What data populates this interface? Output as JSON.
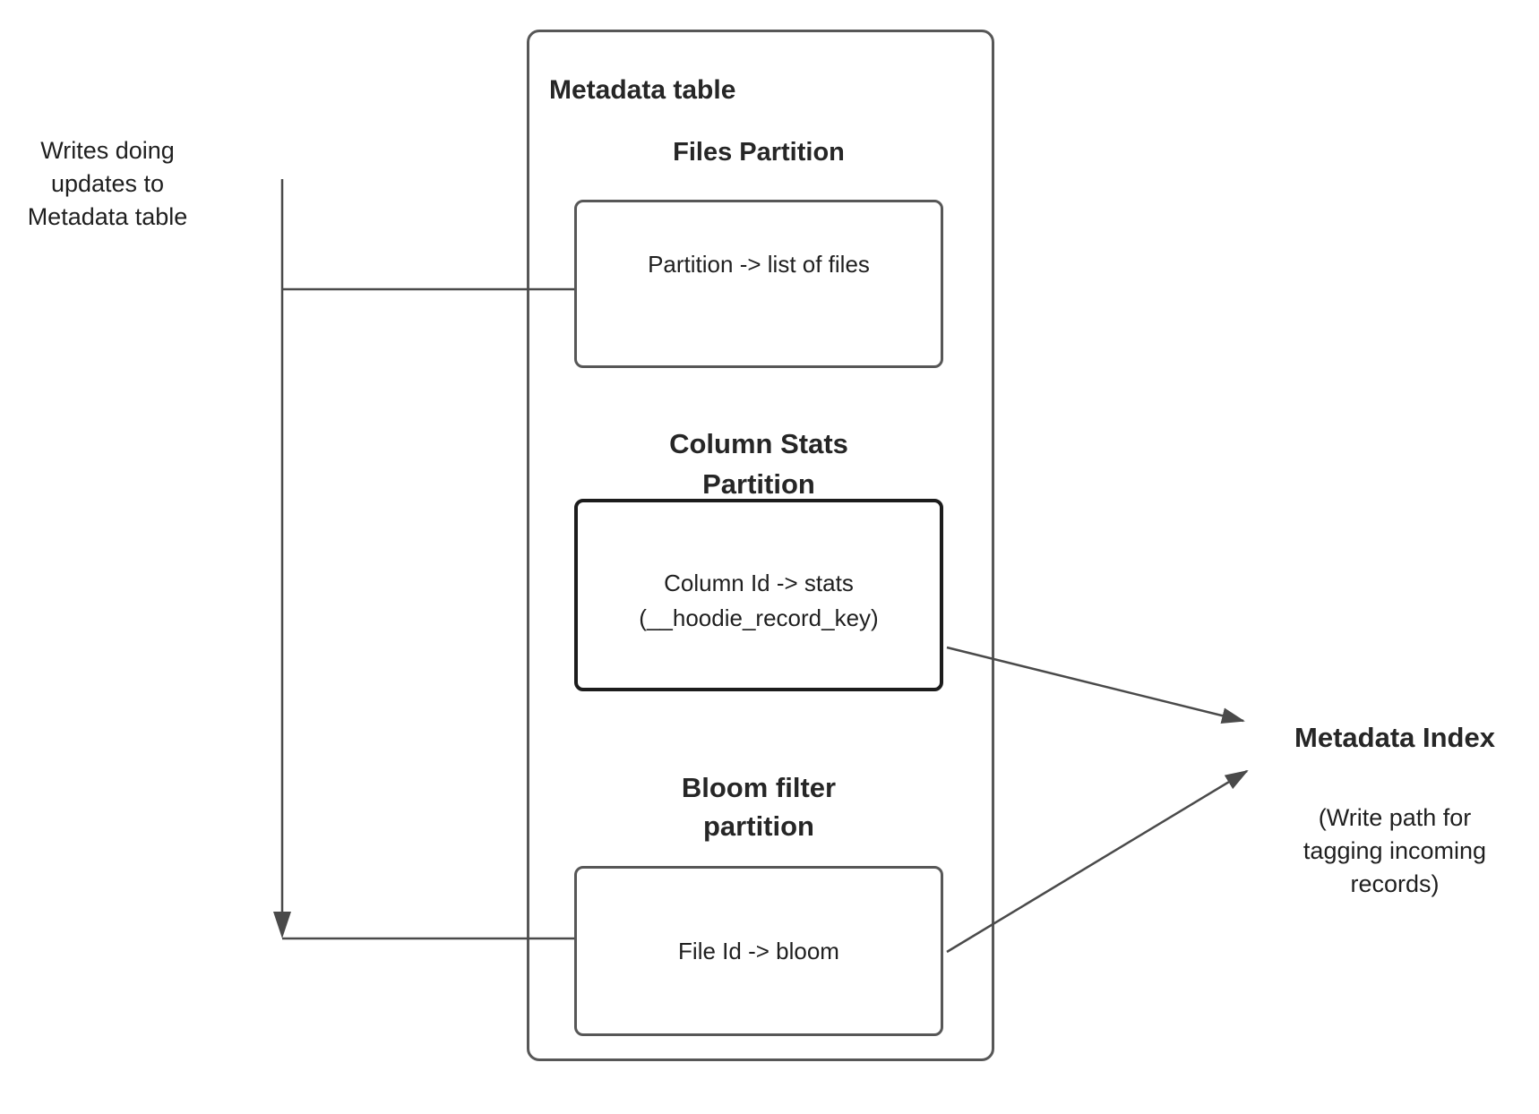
{
  "left_note": {
    "label": "Writes doing\nupdates to\nMetadata table"
  },
  "metadata_table": {
    "title": "Metadata table",
    "files_partition": {
      "heading": "Files Partition",
      "content": "Partition -> list of files"
    },
    "column_stats_partition": {
      "heading": "Column Stats\nPartition",
      "content": "Column Id  -> stats\n(__hoodie_record_key)"
    },
    "bloom_filter_partition": {
      "heading": "Bloom filter\npartition",
      "content": "File Id -> bloom"
    }
  },
  "metadata_index": {
    "title": "Metadata Index",
    "subtitle": "(Write path for\ntagging incoming\nrecords)"
  },
  "colors": {
    "box_border": "#575757",
    "emphasis_border": "#1c1c1c",
    "connector": "#4a4a4a",
    "text": "#1f1f1f",
    "background": "#ffffff"
  },
  "icons": {
    "arrowhead": "filled-triangle"
  }
}
